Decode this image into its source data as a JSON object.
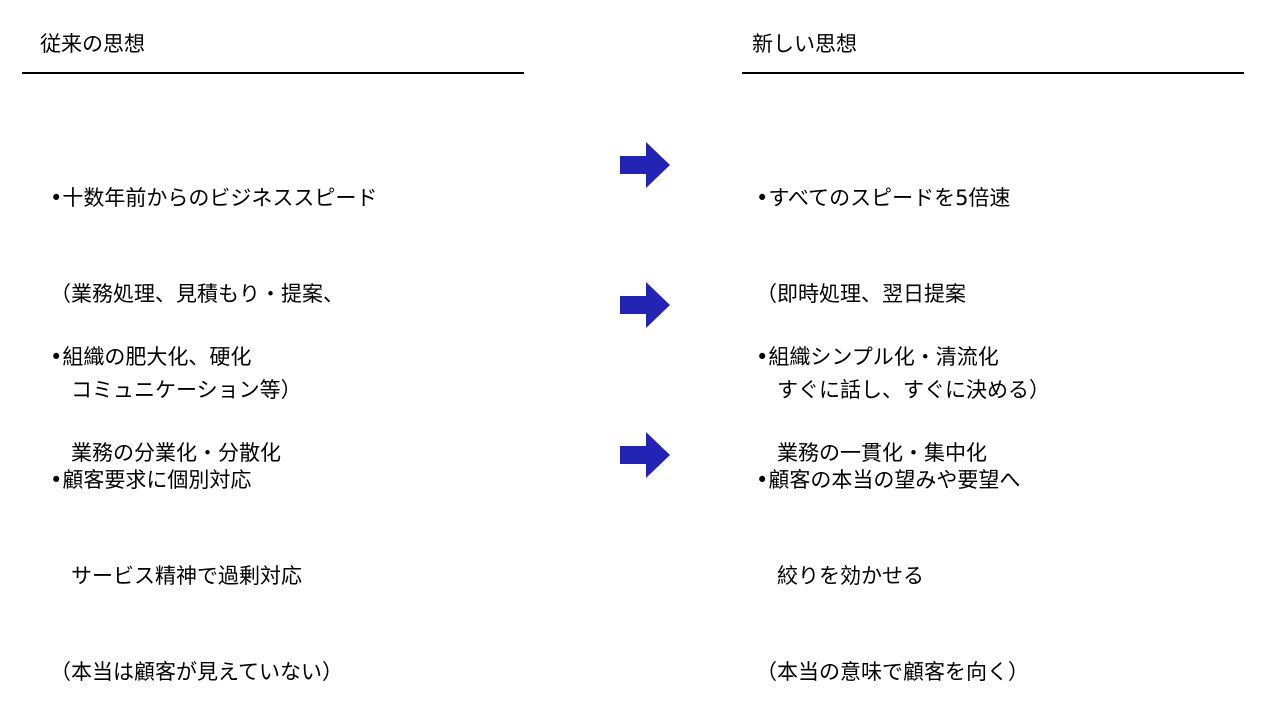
{
  "left": {
    "header": "従来の思想",
    "items": [
      {
        "lines": [
          "•十数年前からのビジネススピード",
          "（業務処理、見積もり・提案、",
          "　コミュニケーション等）"
        ]
      },
      {
        "lines": [
          "•組織の肥大化、硬化",
          "　業務の分業化・分散化"
        ]
      },
      {
        "lines": [
          "•顧客要求に個別対応",
          "　サービス精神で過剰対応",
          "（本当は顧客が見えていない）"
        ]
      }
    ]
  },
  "right": {
    "header": "新しい思想",
    "items": [
      {
        "lines": [
          "•すべてのスピードを5倍速",
          "（即時処理、翌日提案",
          "　すぐに話し、すぐに決める）"
        ]
      },
      {
        "lines": [
          "•組織シンプル化・清流化",
          "　業務の一貫化・集中化"
        ]
      },
      {
        "lines": [
          "•顧客の本当の望みや要望へ",
          "　絞りを効かせる",
          "（本当の意味で顧客を向く）"
        ]
      }
    ]
  },
  "colors": {
    "arrow": "#2323b4",
    "text": "#000000",
    "rule": "#000000"
  },
  "icons": {
    "arrow": "right-arrow-icon"
  }
}
